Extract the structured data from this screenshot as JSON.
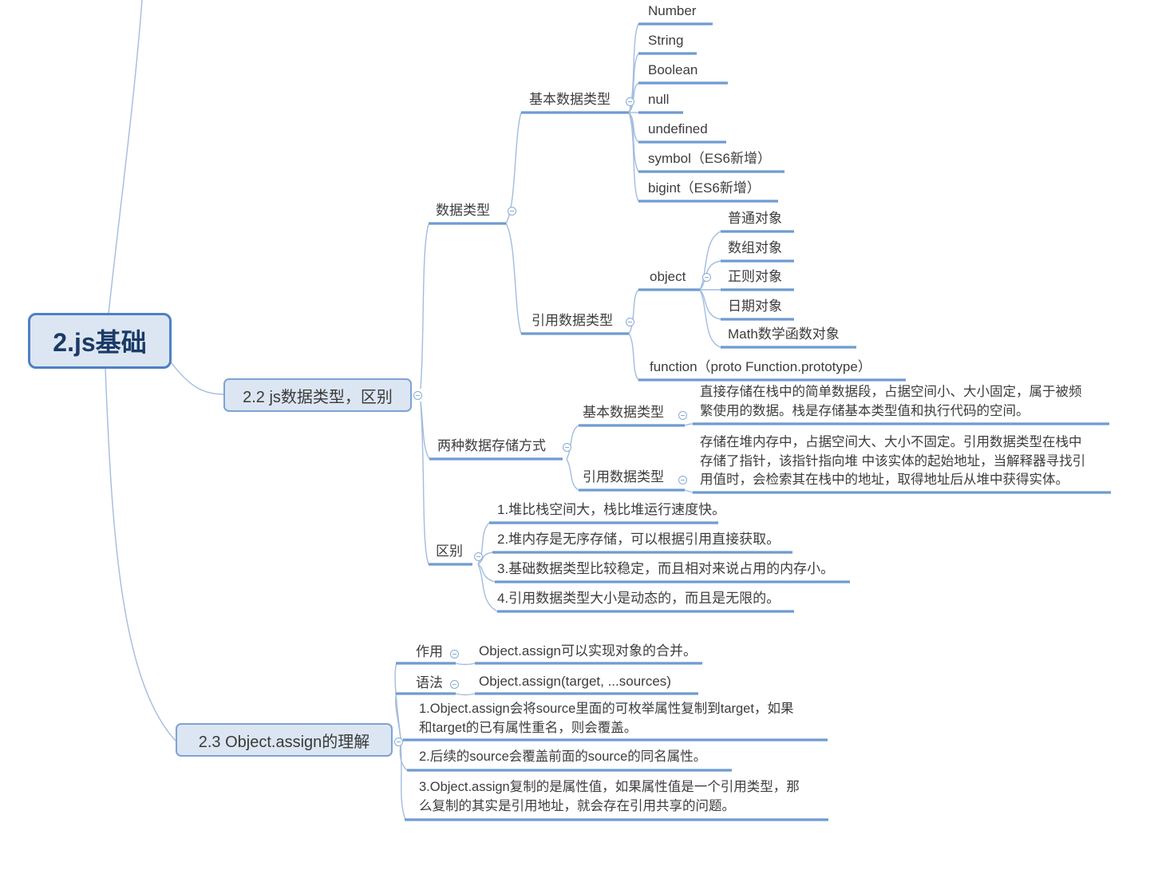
{
  "colors": {
    "curve": "#a3bcdf",
    "underline": "#6f9bd1",
    "node_fill": "#dce6f2",
    "node_border": "#7da3d4",
    "root_border": "#4e80c4",
    "root_text": "#1b3a66",
    "text": "#3d3d3d"
  },
  "root": {
    "label": "2.js基础"
  },
  "branch22": {
    "label": "2.2 js数据类型，区别",
    "datatype": {
      "label": "数据类型",
      "basic": {
        "label": "基本数据类型",
        "items": [
          "Number",
          "String",
          "Boolean",
          "null",
          "undefined",
          "symbol（ES6新增）",
          "bigint（ES6新增）"
        ]
      },
      "reference": {
        "label": "引用数据类型",
        "object": {
          "label": "object",
          "items": [
            "普通对象",
            "数组对象",
            "正则对象",
            "日期对象",
            "Math数学函数对象"
          ]
        },
        "function_label": "function（proto Function.prototype）"
      }
    },
    "storage": {
      "label": "两种数据存储方式",
      "basic_label": "基本数据类型",
      "basic_desc": "直接存储在栈中的简单数据段，占据空间小、大小固定，属于被频\n繁使用的数据。栈是存储基本类型值和执行代码的空间。",
      "reference_label": "引用数据类型",
      "reference_desc": "存储在堆内存中，占据空间大、大小不固定。引用数据类型在栈中\n存储了指针，该指针指向堆 中该实体的起始地址，当解释器寻找引\n用值时，会检索其在栈中的地址，取得地址后从堆中获得实体。"
    },
    "difference": {
      "label": "区别",
      "items": [
        "1.堆比栈空间大，栈比堆运行速度快。",
        "2.堆内存是无序存储，可以根据引用直接获取。",
        "3.基础数据类型比较稳定，而且相对来说占用的内存小。",
        "4.引用数据类型大小是动态的，而且是无限的。"
      ]
    }
  },
  "branch23": {
    "label": "2.3 Object.assign的理解",
    "purpose": {
      "label": "作用",
      "value": "Object.assign可以实现对象的合并。"
    },
    "syntax": {
      "label": "语法",
      "value": "Object.assign(target, ...sources)"
    },
    "notes": [
      "1.Object.assign会将source里面的可枚举属性复制到target，如果\n和target的已有属性重名，则会覆盖。",
      "2.后续的source会覆盖前面的source的同名属性。",
      "3.Object.assign复制的是属性值，如果属性值是一个引用类型，那\n么复制的其实是引用地址，就会存在引用共享的问题。"
    ]
  }
}
